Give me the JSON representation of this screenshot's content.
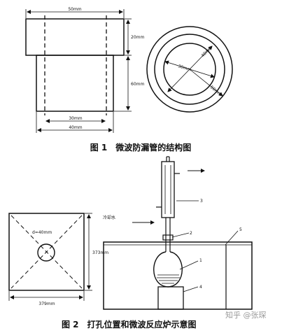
{
  "figure1": {
    "caption": "图 1　微波防漏管的结构图",
    "front_view": {
      "top_width": "50mm",
      "top_height": "20mm",
      "bottom_height": "60mm",
      "inner_width": "30mm",
      "outer_width": "40mm"
    },
    "top_view": {
      "inner_diameter": "30mm",
      "middle_diameter": "40mm",
      "outer_diameter": "50mm"
    }
  },
  "figure2": {
    "caption": "图 2　打孔位置和微波反应炉示意图",
    "oven_top": {
      "hole_label": "d=40mm",
      "height_label": "373mm",
      "width_label": "379mm"
    },
    "apparatus": {
      "water_label": "冷却水",
      "parts": [
        "1",
        "2",
        "3",
        "4",
        "5"
      ]
    }
  },
  "watermark": "知乎 @张琛"
}
